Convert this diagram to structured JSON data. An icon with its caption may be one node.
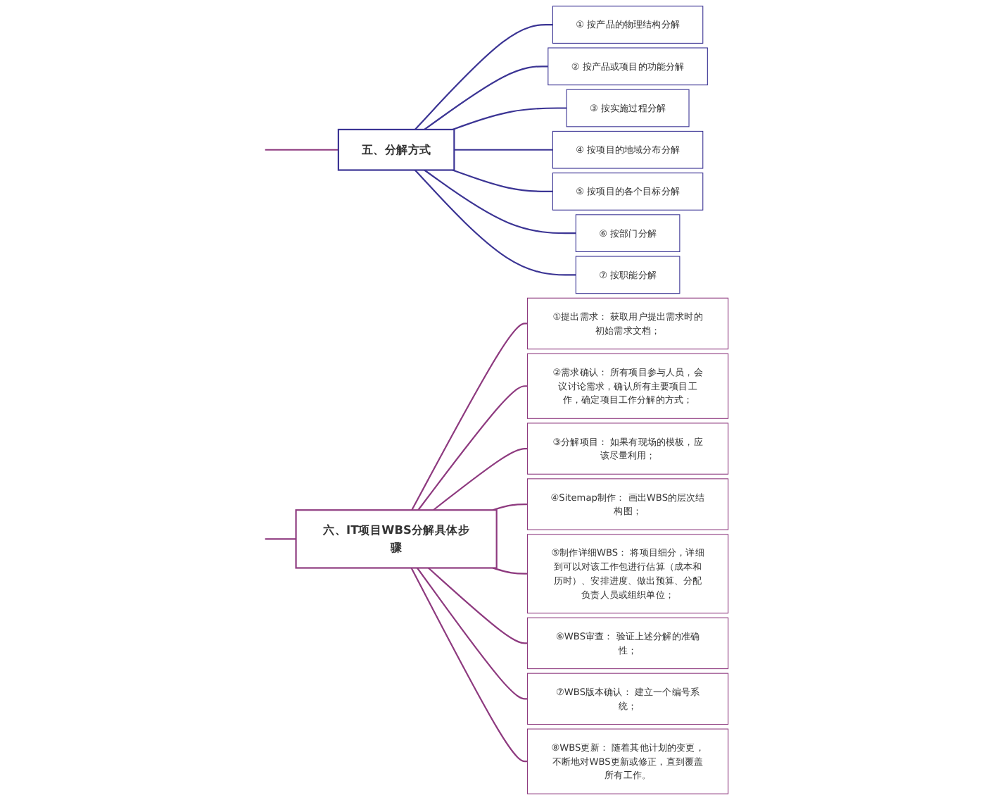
{
  "diagram": {
    "nodes": [
      {
        "text": [
          "五、分解方式"
        ]
      },
      {
        "text": [
          "① 按产品的物理结构分解"
        ]
      },
      {
        "text": [
          "② 按产品或项目的功能分解"
        ]
      },
      {
        "text": [
          "③ 按实施过程分解"
        ]
      },
      {
        "text": [
          "④ 按项目的地域分布分解"
        ]
      },
      {
        "text": [
          "⑤ 按项目的各个目标分解"
        ]
      },
      {
        "text": [
          "⑥ 按部门分解"
        ]
      },
      {
        "text": [
          "⑦ 按职能分解"
        ]
      },
      {
        "text": [
          "六、IT项目WBS分解具体步骤"
        ]
      },
      {
        "text": [
          "①提出需求： 获取用户提出需求时的初始需求文档；"
        ]
      },
      {
        "text": [
          "②需求确认： 所有项目参与人员，会议讨论需求，确认所有主要项目工作，确定项目工作分解的方式；"
        ]
      },
      {
        "text": [
          "③分解项目： 如果有现场的模板，应该尽量利用；"
        ]
      },
      {
        "text": [
          "④Sitemap制作： 画出WBS的层次结构图；"
        ]
      },
      {
        "text": [
          "⑤制作详细WBS： 将项目细分，详细到可以对该工作包进行估算（成本和历时）、安排进度、做出预算、分配负责人员或组织单位；"
        ]
      },
      {
        "text": [
          "⑥WBS审查： 验证上述分解的准确性；"
        ]
      },
      {
        "text": [
          "⑦WBS版本确认： 建立一个编号系统；"
        ]
      },
      {
        "text": [
          "⑧WBS更新： 随着其他计划的变更，不断地对WBS更新或修正，直到覆盖所有工作。"
        ]
      }
    ],
    "edges": [
      {
        "from": null,
        "to": 0,
        "arrow": "none"
      },
      {
        "from": null,
        "to": 8,
        "arrow": "none"
      },
      {
        "from": 0,
        "to": 1,
        "arrow": "none",
        "color": "#3b3494"
      },
      {
        "from": 0,
        "to": 2,
        "arrow": "none",
        "color": "#3b3494"
      },
      {
        "from": 0,
        "to": 3,
        "arrow": "none",
        "color": "#3b3494"
      },
      {
        "from": 0,
        "to": 4,
        "arrow": "none",
        "color": "#3b3494"
      },
      {
        "from": 0,
        "to": 5,
        "arrow": "none",
        "color": "#3b3494"
      },
      {
        "from": 0,
        "to": 6,
        "arrow": "none",
        "color": "#3b3494"
      },
      {
        "from": 0,
        "to": 7,
        "arrow": "none",
        "color": "#3b3494"
      },
      {
        "from": 8,
        "to": 9,
        "arrow": "none"
      },
      {
        "from": 8,
        "to": 10,
        "arrow": "none"
      },
      {
        "from": 8,
        "to": 11,
        "arrow": "none"
      },
      {
        "from": 8,
        "to": 12,
        "arrow": "none"
      },
      {
        "from": 8,
        "to": 13,
        "arrow": "none"
      },
      {
        "from": 8,
        "to": 14,
        "arrow": "none"
      },
      {
        "from": 8,
        "to": 15,
        "arrow": "none"
      },
      {
        "from": 8,
        "to": 16,
        "arrow": "none"
      }
    ]
  }
}
